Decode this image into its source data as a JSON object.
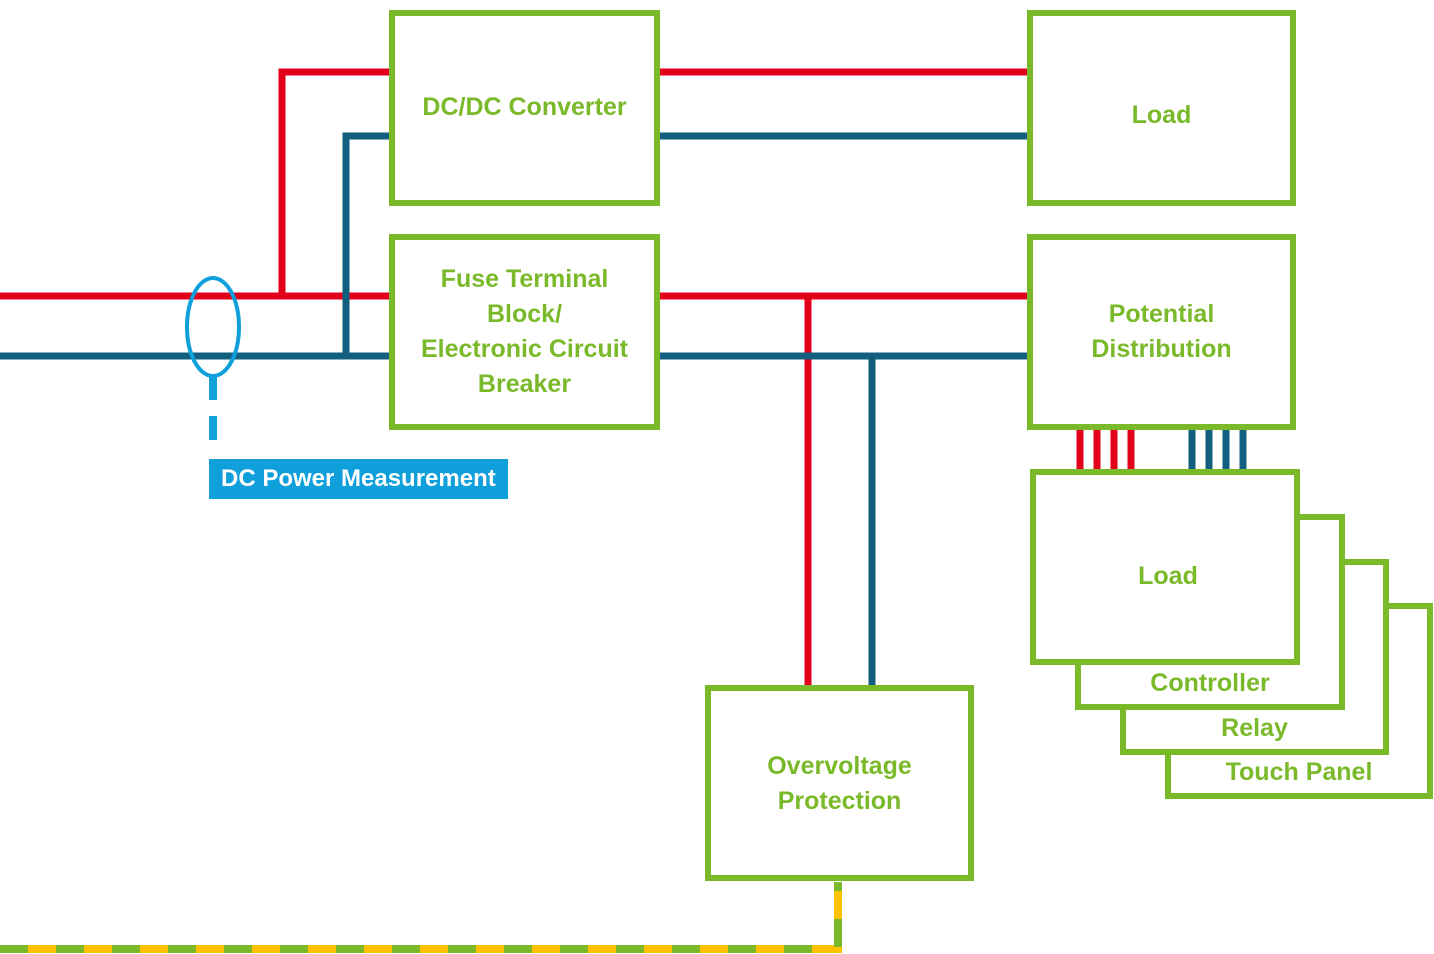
{
  "colors": {
    "positive": "#e2001a",
    "negative": "#135f7f",
    "box_border": "#7ab929",
    "measurement": "#0fa0dc",
    "ground_yellow": "#ffc000",
    "ground_green": "#7ab929"
  },
  "blocks": {
    "dcdc": "DC/DC Converter",
    "load_top": "Load",
    "fuse": "Fuse Terminal\nBlock/\nElectronic Circuit\nBreaker",
    "potential": "Potential\nDistribution",
    "load_stack": "Load",
    "controller": "Controller",
    "relay": "Relay",
    "touch_panel": "Touch Panel",
    "overvoltage": "Overvoltage\nProtection"
  },
  "measurement": {
    "label": "DC Power Measurement"
  }
}
